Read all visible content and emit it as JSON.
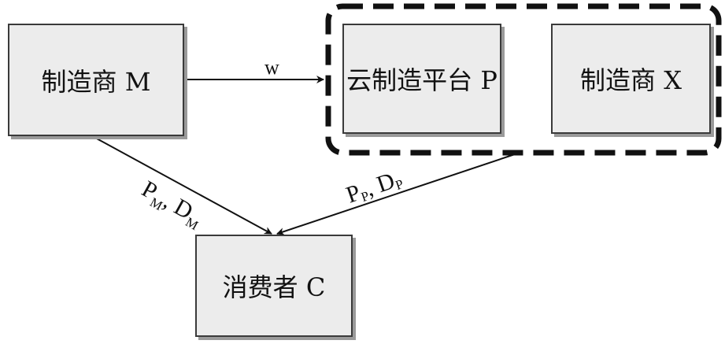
{
  "nodes": {
    "manufacturer_m": "制造商 M",
    "cloud_platform_p": "云制造平台 P",
    "manufacturer_x": "制造商 X",
    "consumer_c": "消费者 C"
  },
  "edges": {
    "m_to_platform": {
      "label": "w"
    },
    "m_to_consumer": {
      "price": "P",
      "price_sub": "M",
      "sep": ", ",
      "delivery": "D",
      "delivery_sub": "M"
    },
    "platform_to_consumer": {
      "price": "P",
      "price_sub": "P",
      "sep": ", ",
      "delivery": "D",
      "delivery_sub": "P"
    }
  },
  "colors": {
    "box_fill": "#ececec",
    "line": "#111111",
    "shadow": "#9a9a9a"
  }
}
